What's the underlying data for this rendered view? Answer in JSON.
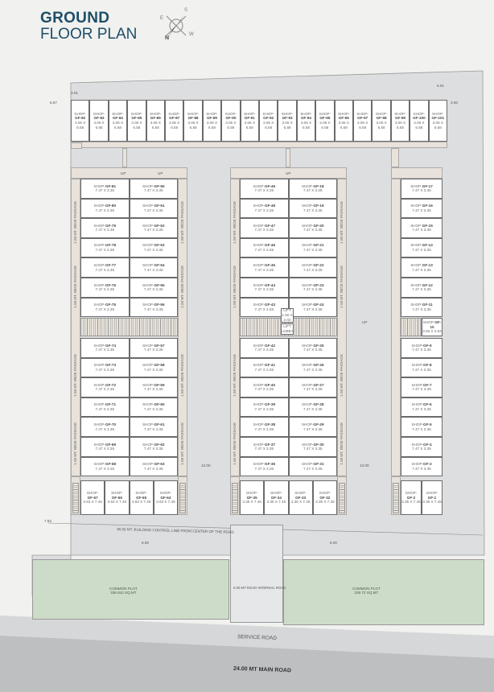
{
  "header": {
    "title_bold": "GROUND",
    "title": "FLOOR PLAN",
    "compass": {
      "n": "N",
      "s": "S",
      "e": "E",
      "w": "W"
    }
  },
  "top_row": {
    "size": "3.06 X 6.58",
    "shops": [
      "GF-82",
      "GF-83",
      "GF-84",
      "GF-85",
      "GF-86",
      "GF-87",
      "GF-88",
      "GF-89",
      "GF-90",
      "GF-91",
      "GF-92",
      "GF-93",
      "GF-94",
      "GF-95",
      "GF-96",
      "GF-97",
      "GF-98",
      "GF-99",
      "GF-100",
      "GF-101"
    ]
  },
  "shop_prefix": "SHOP-",
  "std_size": "7.47 X 3.35",
  "left_block": {
    "upper_left": [
      "GF-81",
      "GF-80",
      "GF-79",
      "GF-78",
      "GF-77",
      "GF-76",
      "GF-75"
    ],
    "upper_right": [
      "GF-50",
      "GF-51",
      "GF-52",
      "GF-53",
      "GF-54",
      "GF-55",
      "GF-56"
    ],
    "lower_left": [
      "GF-74",
      "GF-73",
      "GF-72",
      "GF-71",
      "GF-70",
      "GF-69",
      "GF-68"
    ],
    "lower_right": [
      "GF-57",
      "GF-58",
      "GF-59",
      "GF-60",
      "GF-61",
      "GF-62",
      "GF-63"
    ],
    "bottom": [
      "GF-67",
      "GF-66",
      "GF-65",
      "GF-64"
    ],
    "bottom_size": "3.63 X 7.45"
  },
  "middle_block": {
    "upper_left": [
      "GF-49",
      "GF-48",
      "GF-47",
      "GF-46",
      "GF-45",
      "GF-44",
      "GF-43"
    ],
    "upper_right": [
      "GF-18",
      "GF-19",
      "GF-20",
      "GF-21",
      "GF-22",
      "GF-23",
      "GF-24"
    ],
    "lower_left": [
      "GF-42",
      "GF-41",
      "GF-40",
      "GF-39",
      "GF-38",
      "GF-37",
      "GF-36"
    ],
    "lower_right": [
      "GF-25",
      "GF-26",
      "GF-27",
      "GF-28",
      "GF-29",
      "GF-30",
      "GF-31"
    ],
    "bottom": [
      "GF-35",
      "GF-34",
      "GF-33",
      "GF-32"
    ],
    "bottom_size": "3.35 X 7.45",
    "lift": "LIFT",
    "lift_size": "1.50 X 2.02",
    "lift_lobby": "LIFT LOBBY"
  },
  "right_block": {
    "upper": [
      "GF-17",
      "GF-16",
      "GF-15",
      "GF-14",
      "GF-13",
      "GF-12",
      "GF-11"
    ],
    "special": {
      "id": "GF-10",
      "size": "3.56 X 3.64"
    },
    "lower": [
      "GF-9",
      "GF-8",
      "GF-7",
      "GF-6",
      "GF-5",
      "GF-4",
      "GF-3"
    ],
    "bottom": [
      "GF-2",
      "GF-1"
    ],
    "bottom_size": "3.35 X 7.45"
  },
  "labels": {
    "passage": "1.50 MT. WIDE PASSAGE",
    "up": "UP",
    "building_line": "36.50 MT. BUILDING CONTROL LINE FROM CENTER OF THE ROAD",
    "internal_road": "9.00 MT ROAD INTERNAL ROAD",
    "service_road": "SERVICE ROAD",
    "main_road": "24.00 MT MAIN ROAD",
    "common_plot": "COMMON PLOT",
    "common_left_area": "336.910 SQ.MT",
    "common_right_area": "339.72 SQ.MT"
  },
  "dimensions": {
    "d1": "3.01",
    "d2": "6.87",
    "d3": "5.01",
    "d4": "3.00",
    "d5": "12.00",
    "d6": "12.00",
    "d7": "6.00",
    "d8": "6.00",
    "d9": "7.83"
  }
}
